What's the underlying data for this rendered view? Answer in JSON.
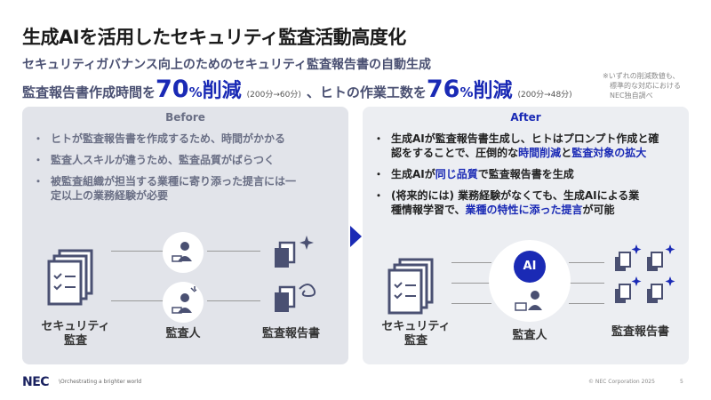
{
  "title": "生成AIを活用したセキュリティ監査活動高度化",
  "subtitle": "セキュリティガバナンス向上のためのセキュリティ監査報告書の自動生成",
  "kpi": {
    "part1": "監査報告書作成時間を",
    "value1": "70",
    "pct": "%",
    "cut": "削減",
    "paren1": "(200分→60分)",
    "part2": "、ヒトの作業工数を",
    "value2": "76",
    "paren2": "(200分→48分)"
  },
  "note": [
    "※いずれの削減数値も、",
    "標準的な対応における",
    "NEC独自調べ"
  ],
  "before": {
    "heading": "Before",
    "items": [
      "ヒトが監査報告書を作成するため、時間がかかる",
      "監査人スキルが違うため、監査品質がばらつく",
      "被監査組織が担当する業種に寄り添った提言には一定以上の業務経験が必要"
    ],
    "labels": {
      "security": "セキュリティ",
      "audit": "監査",
      "auditor": "監査人",
      "report": "監査報告書"
    }
  },
  "after": {
    "heading": "After",
    "item1": {
      "a": "生成AIが監査報告書生成し、ヒトはプロンプト作成と確認をすることで、圧倒的な",
      "b": "時間削減",
      "c": "と",
      "d": "監査対象の拡大"
    },
    "item2": {
      "a": "生成AIが",
      "b": "同じ品質",
      "c": "で監査報告書を生成"
    },
    "item3": {
      "a": "(将来的には) 業務経験がなくても、生成AIによる業種情報学習で、",
      "b": "業種の特性に添った提言",
      "c": "が可能"
    },
    "ai_label": "AI",
    "labels": {
      "security": "セキュリティ",
      "audit": "監査",
      "auditor": "監査人",
      "report": "監査報告書"
    }
  },
  "footer": {
    "logo": "NEC",
    "tagline": "\\Orchestrating a brighter world",
    "copyright": "© NEC Corporation 2025",
    "page": "5"
  },
  "colors": {
    "accent": "#1a2ab5",
    "before_bg": "#e2e4ea",
    "after_bg": "#eceef2",
    "icon": "#4a5072"
  }
}
